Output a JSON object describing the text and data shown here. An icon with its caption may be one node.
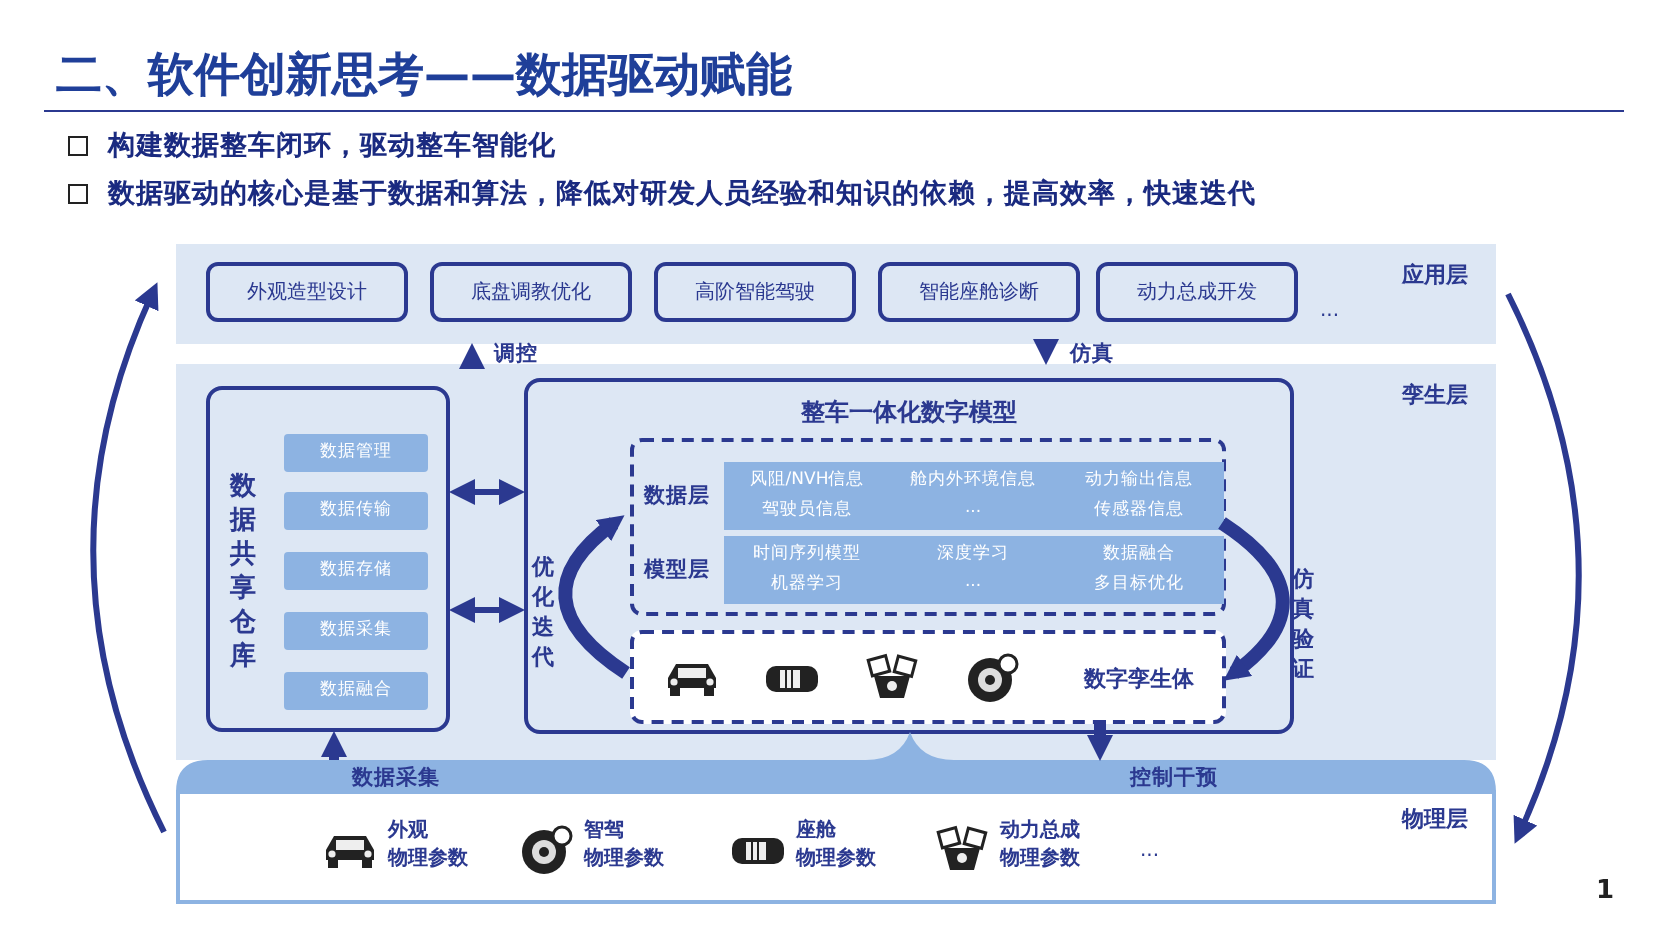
{
  "diagram": {
    "title": "二、软件创新思考——数据驱动赋能",
    "nodes": [
      {
        "text": [
          "应用层"
        ]
      },
      {
        "text": [
          "外观造型设计"
        ],
        "in": 0
      },
      {
        "text": [
          "底盘调教优化"
        ],
        "in": 0
      },
      {
        "text": [
          "高阶智能驾驶"
        ],
        "in": 0
      },
      {
        "text": [
          "智能座舱诊断"
        ],
        "in": 0
      },
      {
        "text": [
          "动力总成开发"
        ],
        "in": 0
      },
      {
        "text": [
          "孪生层"
        ]
      },
      {
        "text": [
          "数据共享仓库"
        ],
        "in": 6
      },
      {
        "text": [
          "数据管理"
        ],
        "in": 7
      },
      {
        "text": [
          "数据传输"
        ],
        "in": 7
      },
      {
        "text": [
          "数据存储"
        ],
        "in": 7
      },
      {
        "text": [
          "数据采集"
        ],
        "in": 7
      },
      {
        "text": [
          "数据融合"
        ],
        "in": 7
      },
      {
        "text": [
          "整车一体化数字模型"
        ],
        "in": 6
      },
      {
        "text": [],
        "shape": "box",
        "in": 13
      },
      {
        "text": [
          "数据层",
          "风阻/NVH信息",
          "舱内外环境信息",
          "动力输出信息",
          "驾驶员信息",
          "...",
          "传感器信息"
        ],
        "in": 14
      },
      {
        "text": [
          "模型层",
          "时间序列模型",
          "深度学习",
          "数据融合",
          "机器学习",
          "...",
          "多目标优化"
        ],
        "in": 14
      },
      {
        "text": [
          "数字孪生体"
        ],
        "in": 13
      },
      {
        "text": [
          "物理层",
          "外观",
          "物理参数",
          "智驾",
          "物理参数",
          "座舱",
          "物理参数",
          "动力总成",
          "物理参数",
          "..."
        ]
      }
    ],
    "edges": [
      {
        "from": 6,
        "to": 0,
        "arrow": "to",
        "label": "调控"
      },
      {
        "from": 0,
        "to": 6,
        "arrow": "to",
        "label": "仿真"
      },
      {
        "from": 7,
        "to": 13,
        "arrow": "both"
      },
      {
        "from": 7,
        "to": 13,
        "arrow": "both"
      },
      {
        "from": 17,
        "to": 14,
        "arrow": "to",
        "label": "优化迭代"
      },
      {
        "from": 14,
        "to": 17,
        "arrow": "to",
        "label": "仿真验证"
      },
      {
        "from": 18,
        "to": 7,
        "arrow": "to",
        "label": "数据采集"
      },
      {
        "from": 17,
        "to": 18,
        "arrow": "to",
        "label": "控制干预"
      },
      {
        "from": 18,
        "to": 0,
        "arrow": "to"
      },
      {
        "from": 0,
        "to": 18,
        "arrow": "to"
      }
    ],
    "labels": [
      "构建数据整车闭环，驱动整车智能化",
      "数据驱动的核心是基于数据和算法，降低对研发人员经验和知识的依赖，提高效率，快速迭代",
      "...",
      "1"
    ]
  }
}
